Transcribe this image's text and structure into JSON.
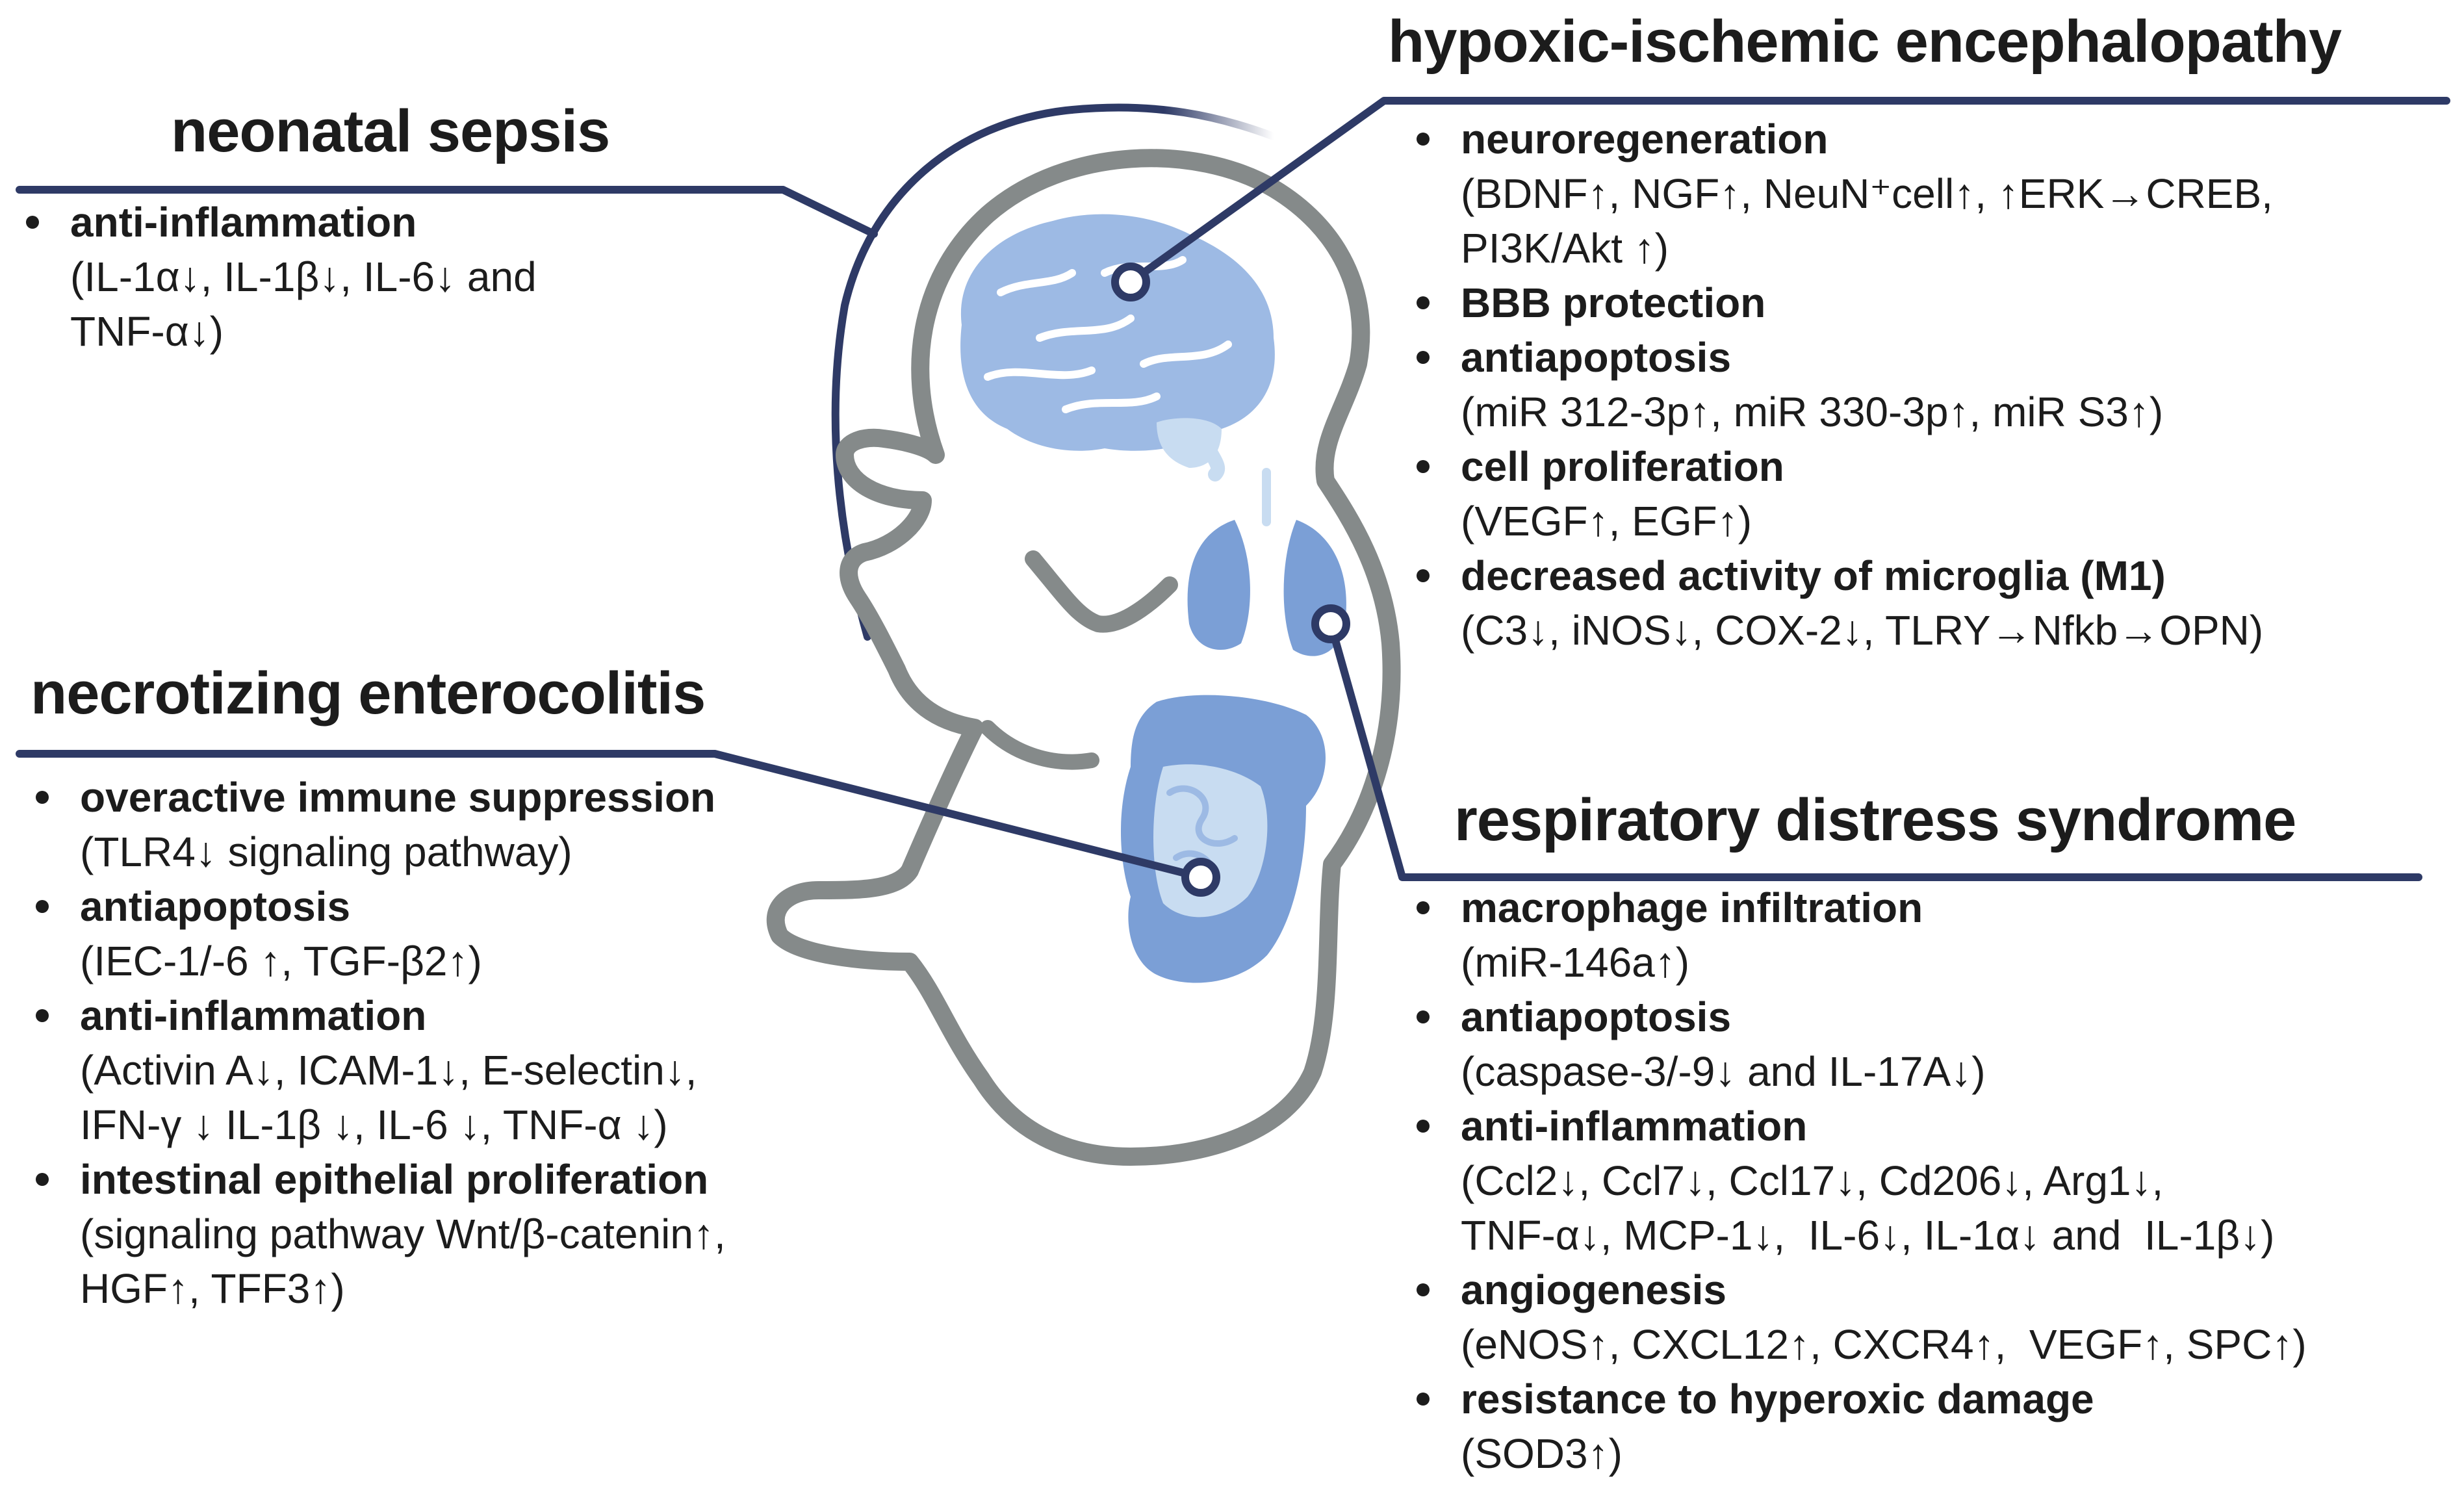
{
  "colors": {
    "line": "#2e3a66",
    "outline": "#858a8a",
    "organ_dark": "#7b9fd6",
    "organ_mid": "#9dbae4",
    "organ_light": "#c8dcf1",
    "text": "#1c1c1c"
  },
  "sections": {
    "sepsis": {
      "title": "neonatal sepsis",
      "items": [
        {
          "head": "anti-inflammation",
          "detail": "(IL-1α↓, IL-1β↓, IL-6↓ and\nTNF-α↓)"
        }
      ]
    },
    "hie": {
      "title": "hypoxic-ischemic encephalopathy",
      "items": [
        {
          "head": "neuroregeneration",
          "detail": "(BDNF↑, NGF↑, NeuN⁺cell↑, ↑ERK→CREB,\nPI3K/Akt ↑)"
        },
        {
          "head": "BBB protection",
          "detail": ""
        },
        {
          "head": "antiapoptosis",
          "detail": "(miR 312-3p↑, miR 330-3p↑, miR S3↑)"
        },
        {
          "head": "cell proliferation",
          "detail": "(VEGF↑, EGF↑)"
        },
        {
          "head": "decreased activity of microglia (M1)",
          "detail": "(C3↓, iNOS↓, COX-2↓, TLRY→Nfkb→OPN)"
        }
      ]
    },
    "nec": {
      "title": "necrotizing enterocolitis",
      "items": [
        {
          "head": "overactive immune suppression",
          "detail": "(TLR4↓ signaling pathway)"
        },
        {
          "head": "antiapoptosis",
          "detail": "(IEC-1/-6 ↑, TGF-β2↑)"
        },
        {
          "head": "anti-inflammation",
          "detail": "(Activin A↓, ICAM-1↓, E-selectin↓,\nIFN-γ ↓ IL-1β ↓, IL-6 ↓, TNF-α ↓)"
        },
        {
          "head": "intestinal epithelial proliferation",
          "detail": "(signaling pathway Wnt/β-catenin↑,\nHGF↑, TFF3↑)"
        }
      ]
    },
    "rds": {
      "title": "respiratory distress syndrome",
      "items": [
        {
          "head": "macrophage infiltration",
          "detail": "(miR-146a↑)"
        },
        {
          "head": "antiapoptosis",
          "detail": "(caspase-3/-9↓ and IL-17A↓)"
        },
        {
          "head": "anti-inflammation",
          "detail": "(Ccl2↓, Ccl7↓, Ccl17↓, Cd206↓, Arg1↓,\nTNF-α↓, MCP-1↓,  IL-6↓, IL-1α↓ and  IL-1β↓)"
        },
        {
          "head": "angiogenesis",
          "detail": "(eNOS↑, CXCL12↑, CXCR4↑,  VEGF↑, SPC↑)"
        },
        {
          "head": "resistance to hyperoxic damage",
          "detail": "(SOD3↑)"
        }
      ]
    }
  }
}
